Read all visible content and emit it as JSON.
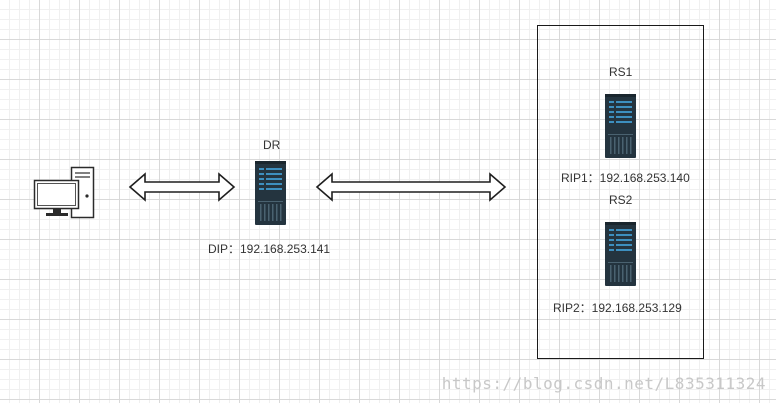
{
  "nodes": {
    "client": {
      "icon": "desktop-computer-icon"
    },
    "dr": {
      "title": "DR",
      "ip": "DIP：192.168.253.141",
      "icon": "server-icon"
    },
    "rs1": {
      "title": "RS1",
      "ip": "RIP1：192.168.253.140",
      "icon": "server-icon"
    },
    "rs2": {
      "title": "RS2",
      "ip": "RIP2：192.168.253.129",
      "icon": "server-icon"
    }
  },
  "connectors": [
    {
      "from": "client",
      "to": "dr",
      "style": "double-arrow"
    },
    {
      "from": "dr",
      "to": "rs-group",
      "style": "double-arrow"
    }
  ],
  "watermark": "https://blog.csdn.net/L835311324",
  "colors": {
    "server_body": "#24343f",
    "server_stripe": "#3d8fbf",
    "outline": "#1a1a1a",
    "grid": "#d9d9d9"
  }
}
